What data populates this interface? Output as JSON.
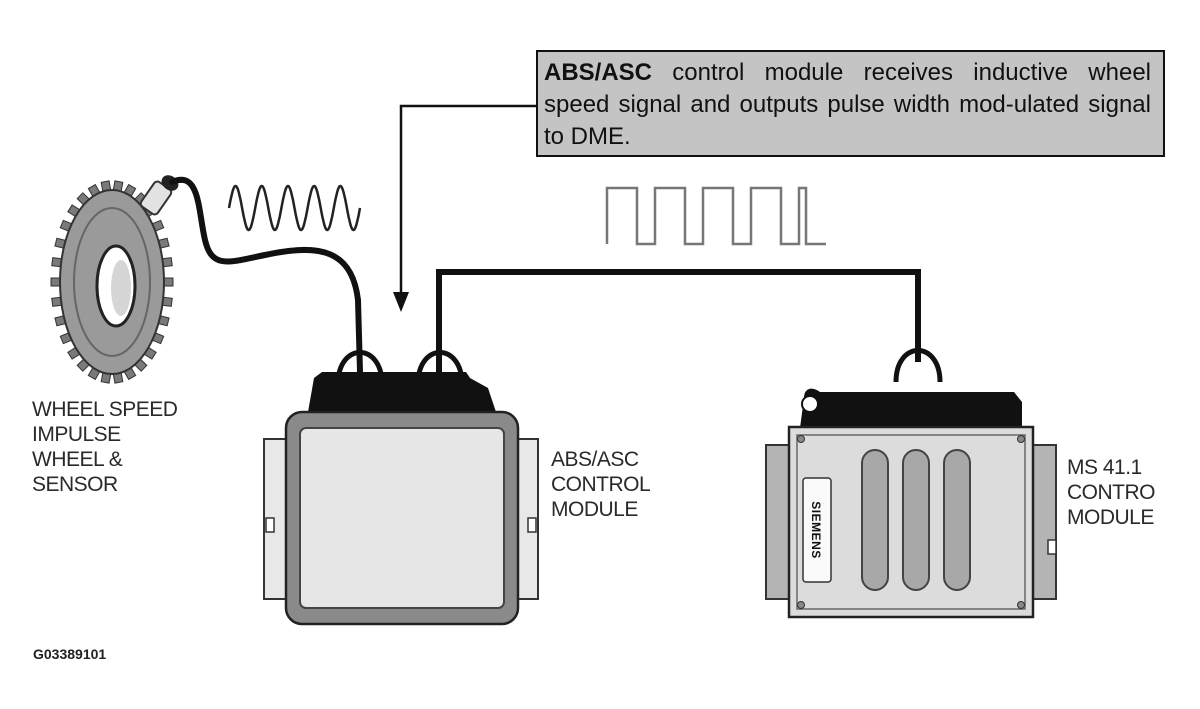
{
  "callout": {
    "bold": "ABS/ASC",
    "text": " control module receives inductive wheel speed signal and outputs pulse width mod-ulated signal to DME."
  },
  "labels": {
    "wheel": [
      "WHEEL SPEED",
      "IMPULSE",
      "WHEEL &",
      "SENSOR"
    ],
    "abs": [
      "ABS/ASC",
      "CONTROL",
      "MODULE"
    ],
    "ms": [
      "MS 41.1",
      "CONTRO",
      "MODULE"
    ]
  },
  "brand": "SIEMENS",
  "figure_id": "G03389101",
  "colors": {
    "callout_bg": "#c4c4c4",
    "ink": "#111111",
    "module_fill": "#e6e6e6",
    "module_rim": "#8a8a8a"
  }
}
